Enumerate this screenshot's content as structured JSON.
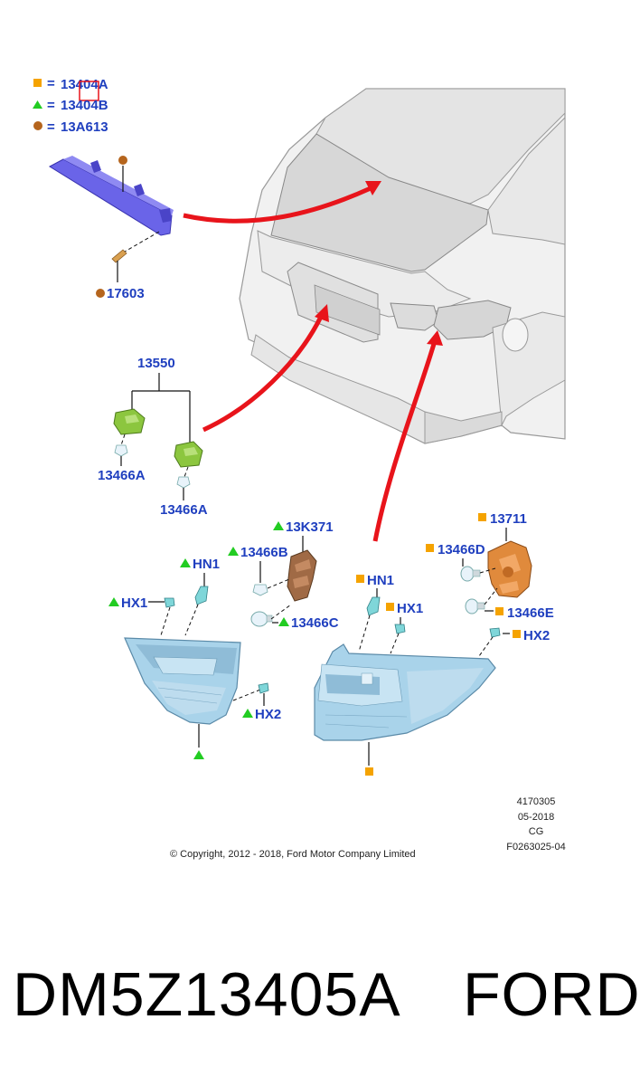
{
  "legend": [
    {
      "marker": "square",
      "color": "#f5a300",
      "symbol": "=",
      "text": "13404A"
    },
    {
      "marker": "triangle",
      "color": "#22cc22",
      "symbol": "=",
      "text": "13404B"
    },
    {
      "marker": "circle",
      "color": "#b5651d",
      "symbol": "=",
      "text": "13A613"
    }
  ],
  "callouts": {
    "high_mount_bulb": "17603",
    "license_lamp_group": "13550",
    "license_bulb_left": "13466A",
    "license_bulb_right": "13466A",
    "inner_socket": "13K371",
    "inner_bulb_b": "13466B",
    "inner_bulb_c": "13466C",
    "inner_hn1": "HN1",
    "inner_hx1": "HX1",
    "inner_hx2": "HX2",
    "outer_hn1": "HN1",
    "outer_hx1": "HX1",
    "outer_hx2": "HX2",
    "outer_socket": "13711",
    "outer_bulb_d": "13466D",
    "outer_bulb_e": "13466E"
  },
  "drawing_meta": {
    "number": "4170305",
    "date": "05-2018",
    "code": "CG",
    "figure": "F0263025-04"
  },
  "copyright": "© Copyright, 2012 - 2018, Ford Motor Company Limited",
  "caption": {
    "part_number": "DM5Z13405A",
    "brand": "FORD"
  },
  "colors": {
    "label_blue": "#1f3fbf",
    "arrow_red": "#e8141b",
    "square_orange": "#f5a300",
    "triangle_green": "#22cc22",
    "circle_brown": "#b5651d",
    "lamp_blue": "#a9d3ea",
    "socket_brown": "#a06a45",
    "socket_orange": "#e08a3c",
    "lamp_green": "#8cc63f",
    "bracket_purple": "#6a64e8",
    "highlight_red": "#e8141b"
  }
}
